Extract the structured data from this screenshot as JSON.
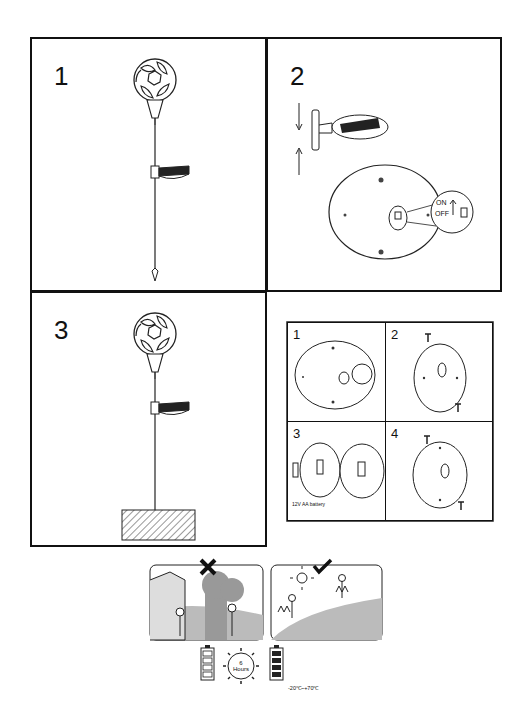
{
  "diagram": {
    "nodes": [
      {
        "text": [
          "1"
        ]
      },
      {
        "text": [
          "2"
        ]
      },
      {
        "text": [
          "3"
        ]
      },
      {
        "text": [
          "1"
        ]
      },
      {
        "text": [
          "2"
        ]
      },
      {
        "text": [
          "3",
          "12V AA battery"
        ]
      },
      {
        "text": [
          "4"
        ]
      }
    ],
    "labels": [
      "ON",
      "OFF",
      "6 Hours",
      "-20℃~+70℃"
    ]
  }
}
